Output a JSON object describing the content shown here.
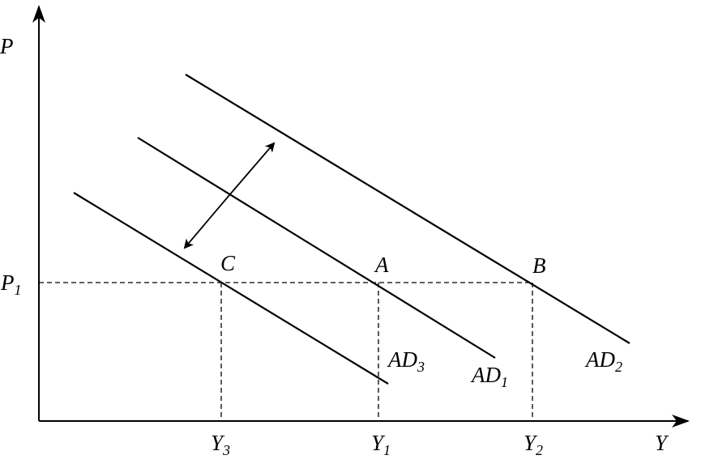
{
  "axes": {
    "y_label": "P",
    "x_label": "Y"
  },
  "price_level": {
    "main": "P",
    "sub": "1"
  },
  "curves": [
    {
      "id": "ad1",
      "main": "AD",
      "sub": "1"
    },
    {
      "id": "ad2",
      "main": "AD",
      "sub": "2"
    },
    {
      "id": "ad3",
      "main": "AD",
      "sub": "3"
    }
  ],
  "points": [
    {
      "id": "c",
      "label": "C"
    },
    {
      "id": "a",
      "label": "A"
    },
    {
      "id": "b",
      "label": "B"
    }
  ],
  "outputs": [
    {
      "id": "y3",
      "main": "Y",
      "sub": "3"
    },
    {
      "id": "y1",
      "main": "Y",
      "sub": "1"
    },
    {
      "id": "y2",
      "main": "Y",
      "sub": "2"
    }
  ],
  "colors": {
    "ink": "#000000",
    "background": "#ffffff"
  }
}
